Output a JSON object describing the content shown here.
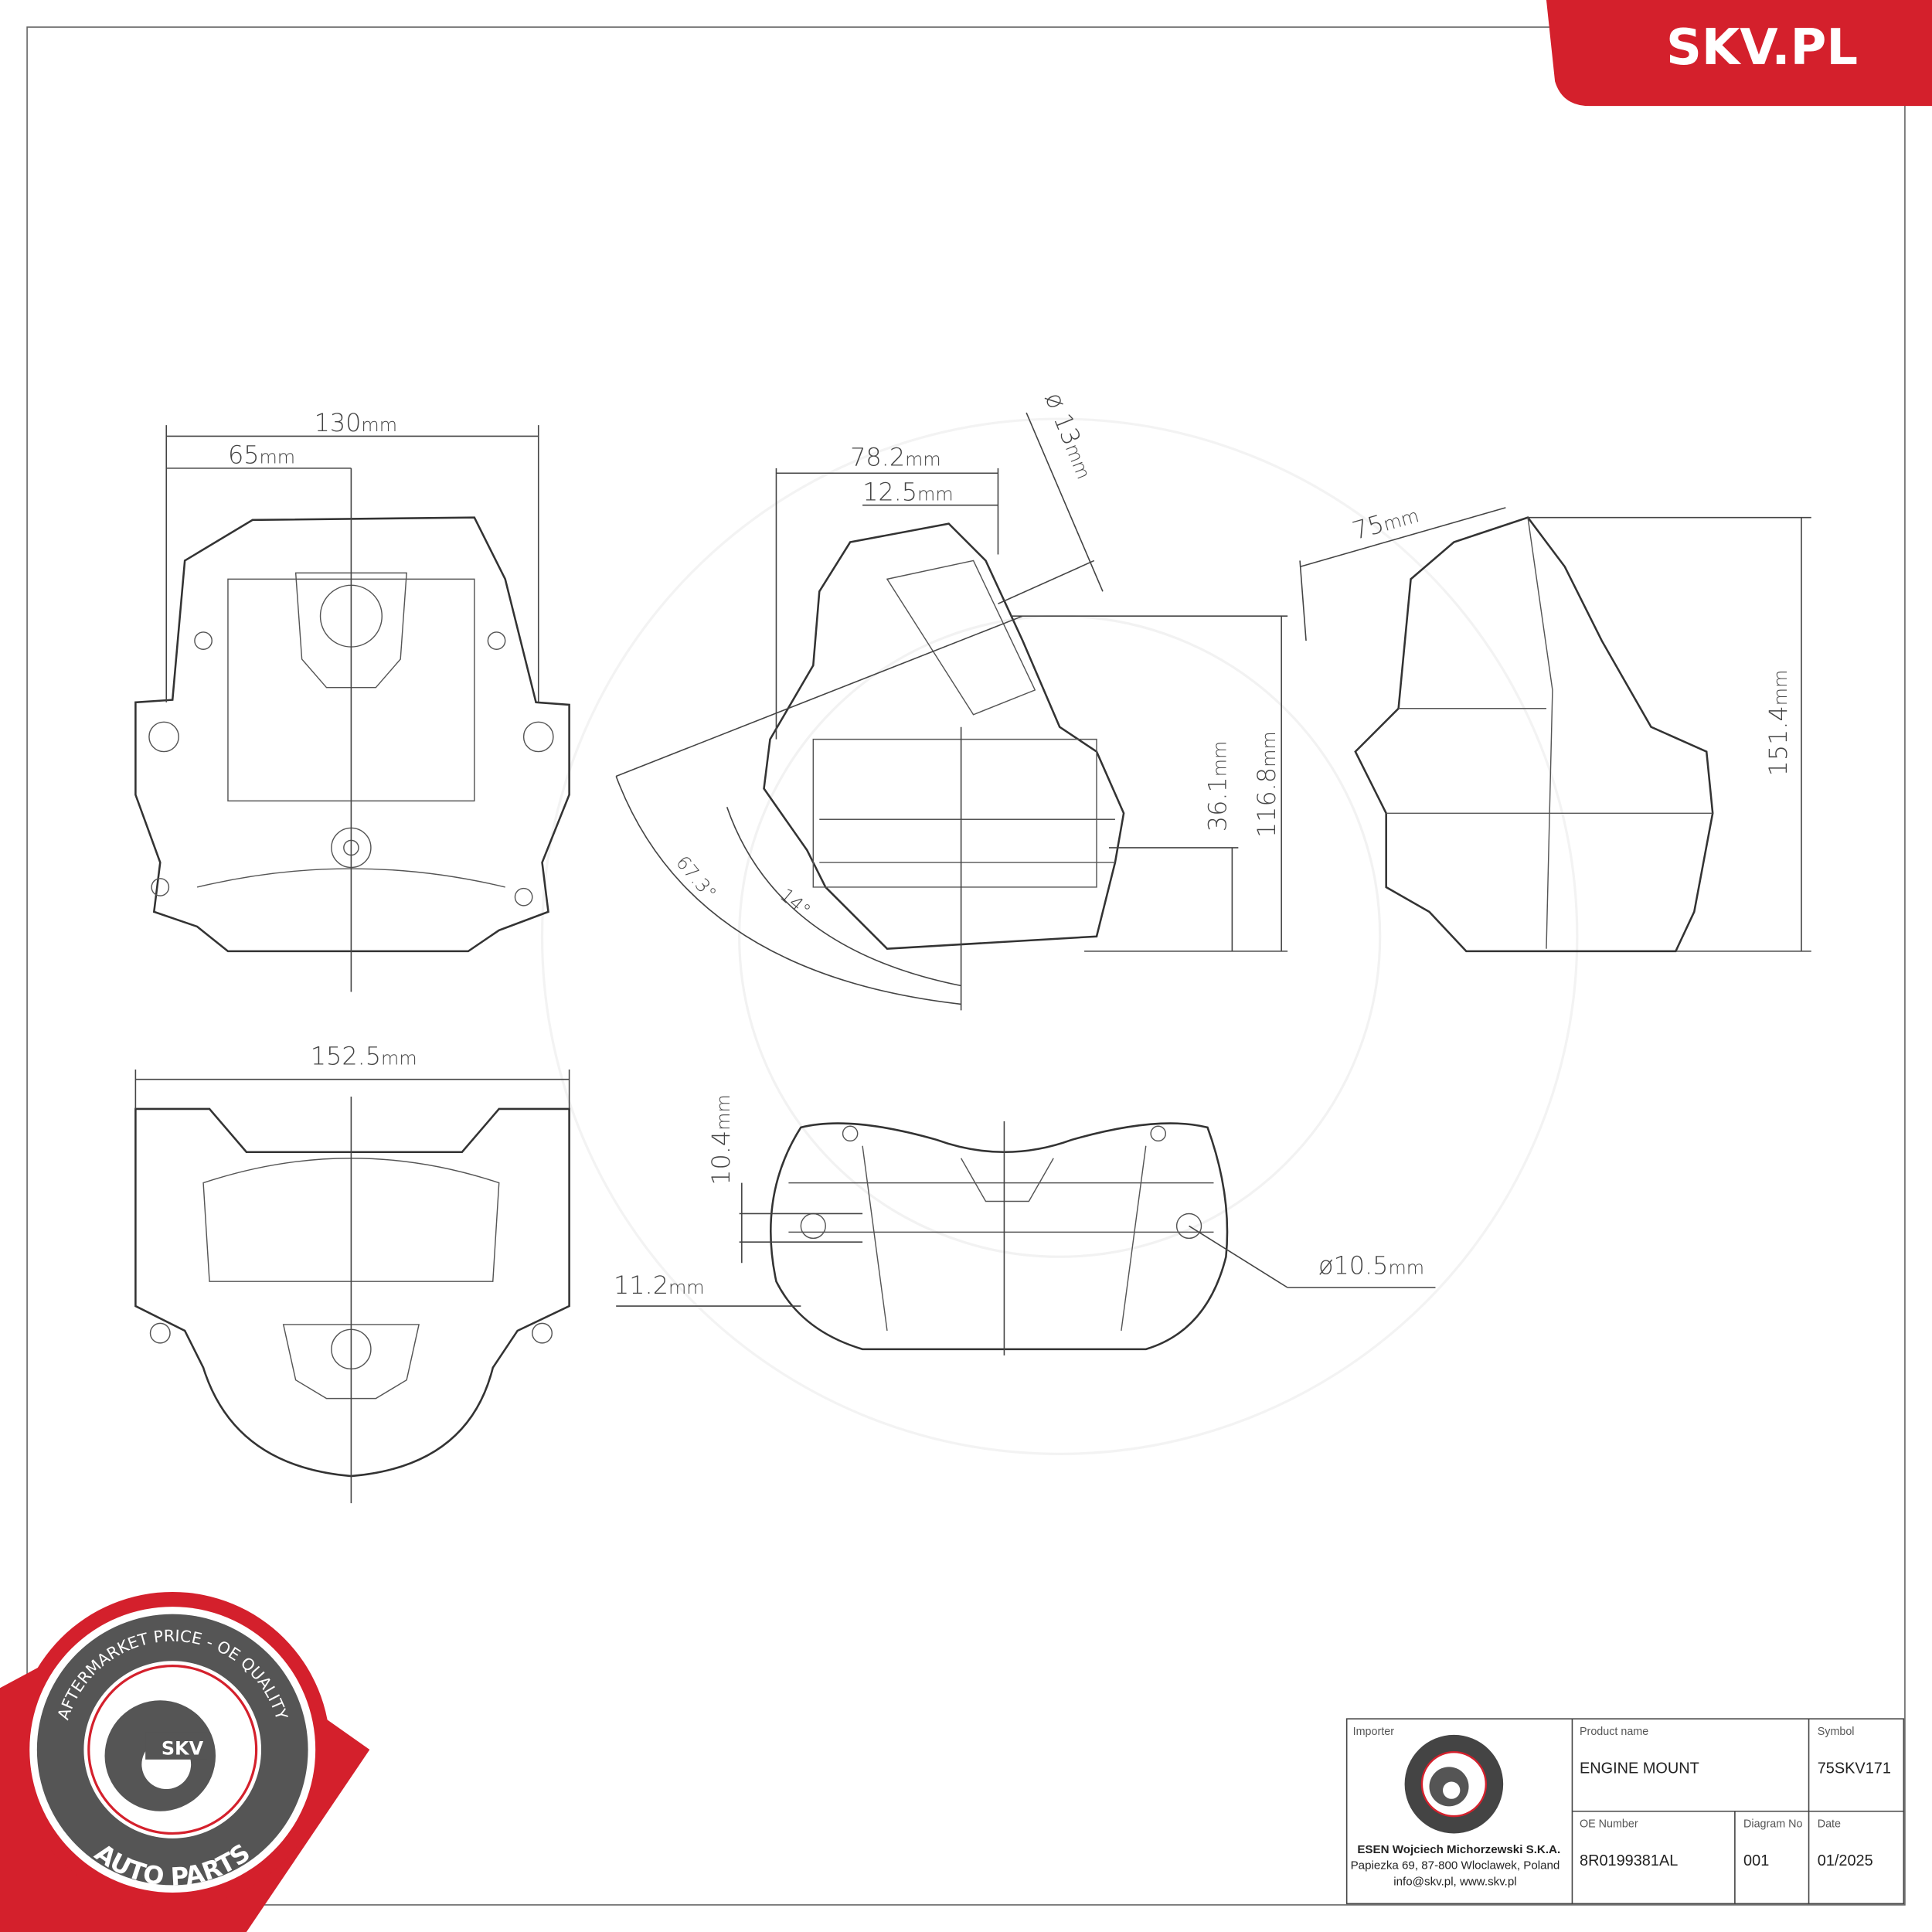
{
  "brand": {
    "site": "SKV.PL",
    "color": "#d4202c"
  },
  "seal": {
    "top_text": "AFTERMARKET PRICE - OE QUALITY",
    "center_text": "SKV",
    "bottom_text": "AUTO PARTS"
  },
  "dimensions": {
    "front_width": "130",
    "front_half": "65",
    "side_width": "78.2",
    "side_offset": "12.5",
    "side_hole_dia": "ø 13",
    "side_height_small": "36.1",
    "side_height_total": "116.8",
    "angle_large": "67.3°",
    "angle_small": "14°",
    "right_depth": "75",
    "right_height": "151.4",
    "top_width": "152.5",
    "bottom_height": "10.4",
    "bottom_offset": "11.2",
    "bottom_hole_dia": "ø10.5",
    "unit": "mm"
  },
  "title_block": {
    "importer_label": "Importer",
    "importer_name": "ESEN Wojciech Michorzewski S.K.A.",
    "importer_address": "Papiezka 69, 87-800 Wloclawek, Poland",
    "importer_contact": "info@skv.pl, www.skv.pl",
    "product_name_label": "Product name",
    "product_name": "ENGINE MOUNT",
    "symbol_label": "Symbol",
    "symbol": "75SKV171",
    "oe_number_label": "OE Number",
    "oe_number": "8R0199381AL",
    "diagram_no_label": "Diagram No",
    "diagram_no": "001",
    "date_label": "Date",
    "date": "01/2025"
  }
}
